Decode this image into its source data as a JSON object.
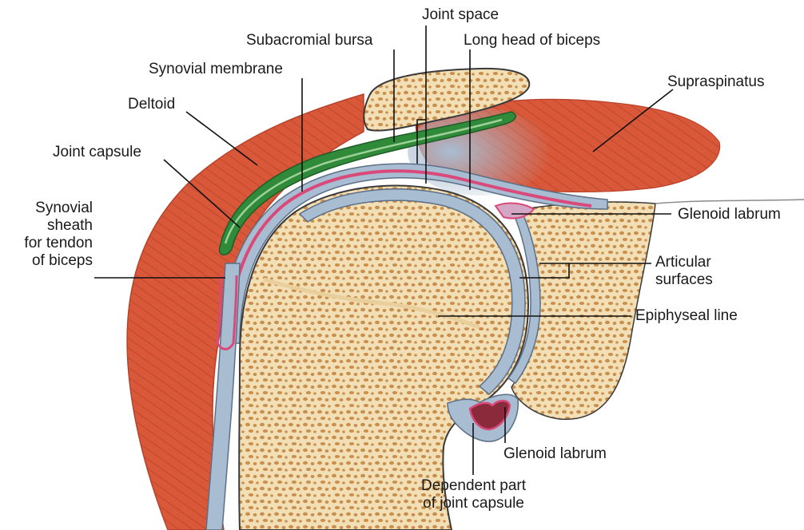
{
  "labels": {
    "joint_space": "Joint space",
    "subacromial_bursa": "Subacromial bursa",
    "long_head_biceps": "Long head of biceps",
    "synovial_membrane": "Synovial membrane",
    "supraspinatus": "Supraspinatus",
    "deltoid": "Deltoid",
    "joint_capsule": "Joint capsule",
    "synovial_sheath_1": "Synovial",
    "synovial_sheath_2": "sheath",
    "synovial_sheath_3": "for tendon",
    "synovial_sheath_4": "of biceps",
    "glenoid_labrum_top": "Glenoid labrum",
    "articular_1": "Articular",
    "articular_2": "surfaces",
    "epiphyseal_line": "Epiphyseal line",
    "glenoid_labrum_bottom": "Glenoid labrum",
    "dependent_1": "Dependent part",
    "dependent_2": "of joint capsule"
  },
  "colors": {
    "muscle": "#d9583a",
    "muscle_dark": "#b8412a",
    "bone": "#f3dfb6",
    "bone_pore": "#c98f4c",
    "cartilage": "#a9bdd2",
    "cartilage_dark": "#5c6f86",
    "synovial": "#d94a7a",
    "bursa": "#2f8a3a",
    "line": "#111111"
  }
}
